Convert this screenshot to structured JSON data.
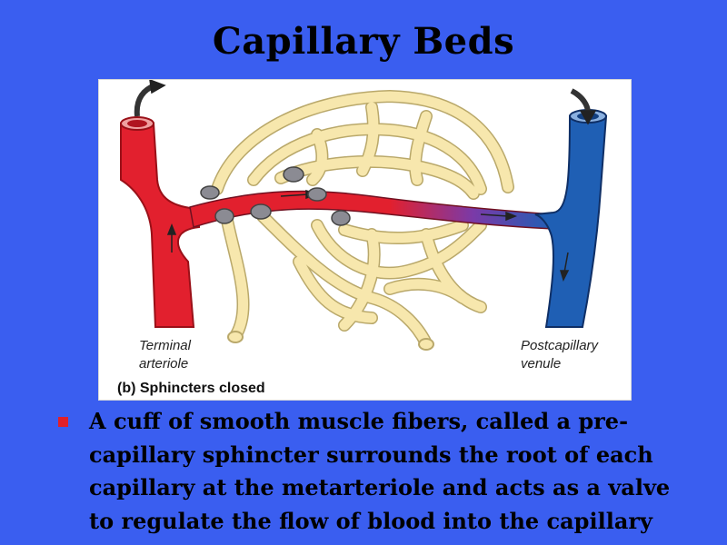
{
  "slide": {
    "title": "Capillary Beds"
  },
  "figure": {
    "label_left_line1": "Terminal",
    "label_left_line2": "arteriole",
    "label_right_line1": "Postcapillary",
    "label_right_line2": "venule",
    "caption": "(b) Sphincters closed"
  },
  "bullet": {
    "text": "A cuff of smooth muscle fibers, called a pre-capillary sphincter surrounds the root of each capillary at the metarteriole and acts as a valve to regulate the flow of blood into the capillary"
  },
  "colors": {
    "background": "#3a5ef0",
    "arteriole": "#e2202e",
    "venule": "#1f5fb4",
    "capillary": "#f7e7ad",
    "sphincter": "#8b8b93",
    "bullet": "#e0202a"
  }
}
